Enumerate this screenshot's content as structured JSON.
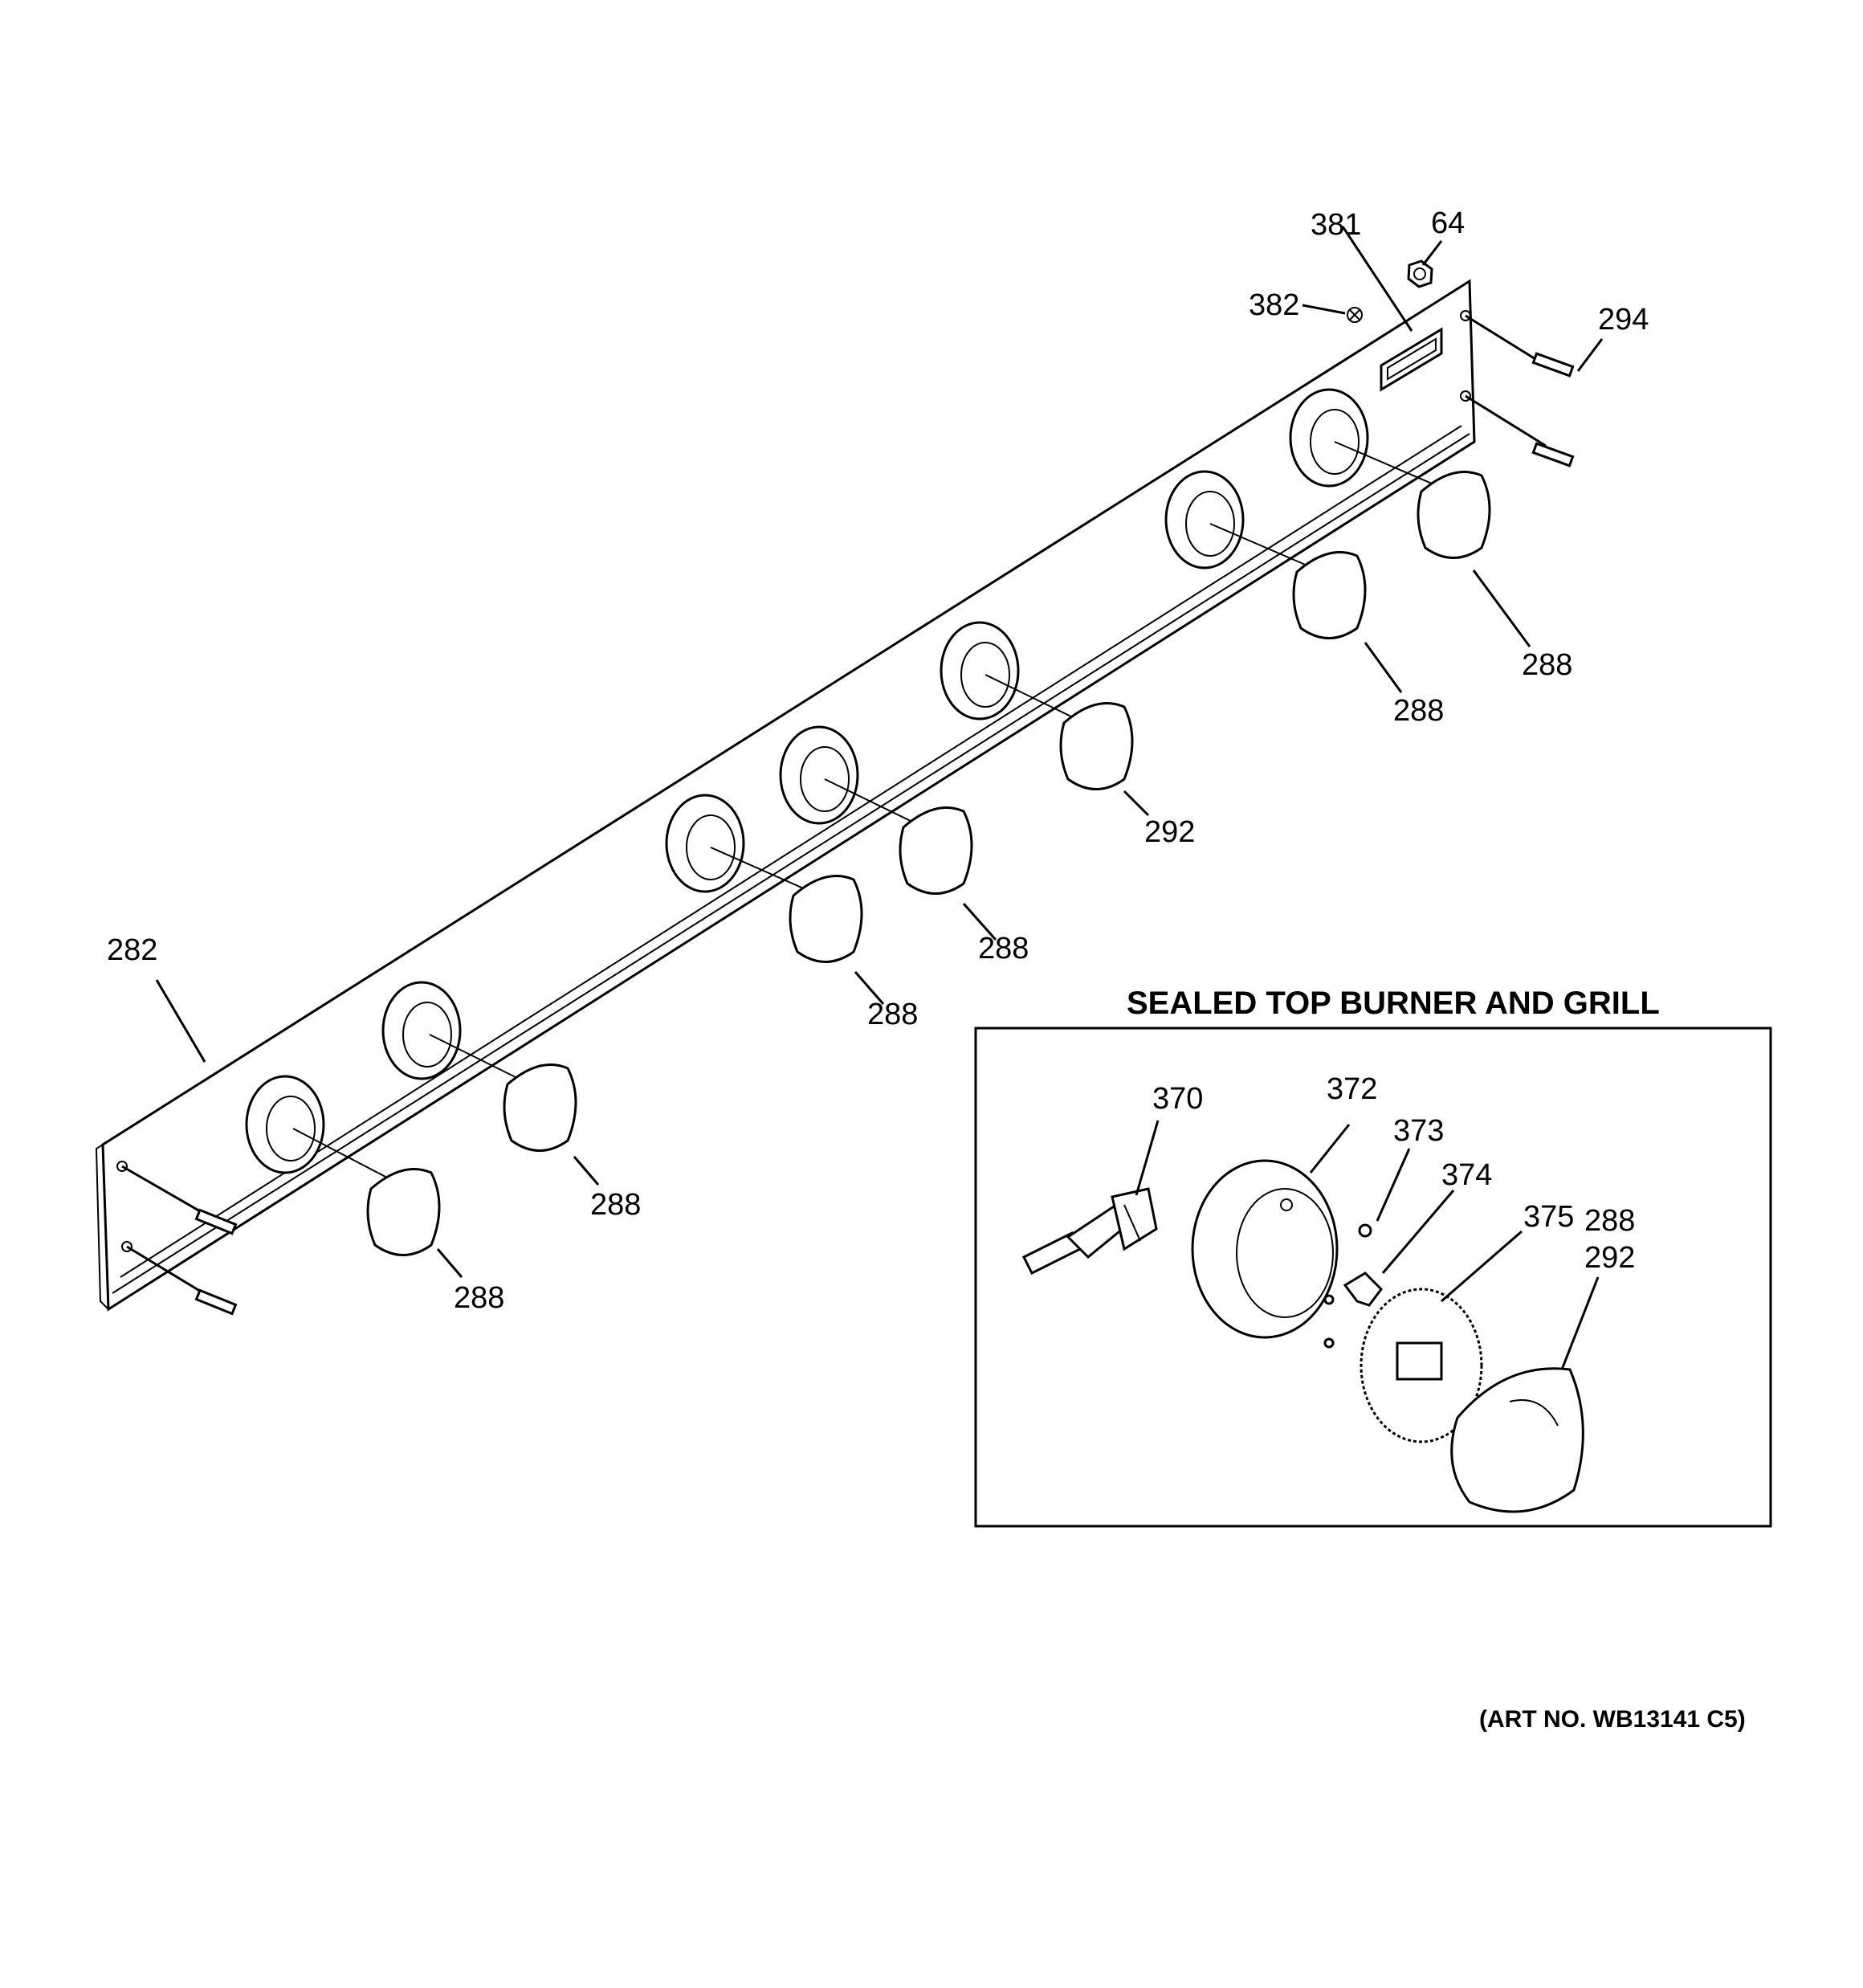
{
  "inset": {
    "title": "SEALED TOP BURNER AND GRILL"
  },
  "art_number": "(ART NO. WB13141 C5)",
  "callouts": {
    "c381": "381",
    "c64": "64",
    "c382": "382",
    "c294": "294",
    "c288_a": "288",
    "c288_b": "288",
    "c292_a": "292",
    "c288_c": "288",
    "c288_d": "288",
    "c282": "282",
    "c288_e": "288",
    "c288_f": "288",
    "c370": "370",
    "c372": "372",
    "c373": "373",
    "c374": "374",
    "c375": "375",
    "c288_g": "288",
    "c292_b": "292"
  }
}
